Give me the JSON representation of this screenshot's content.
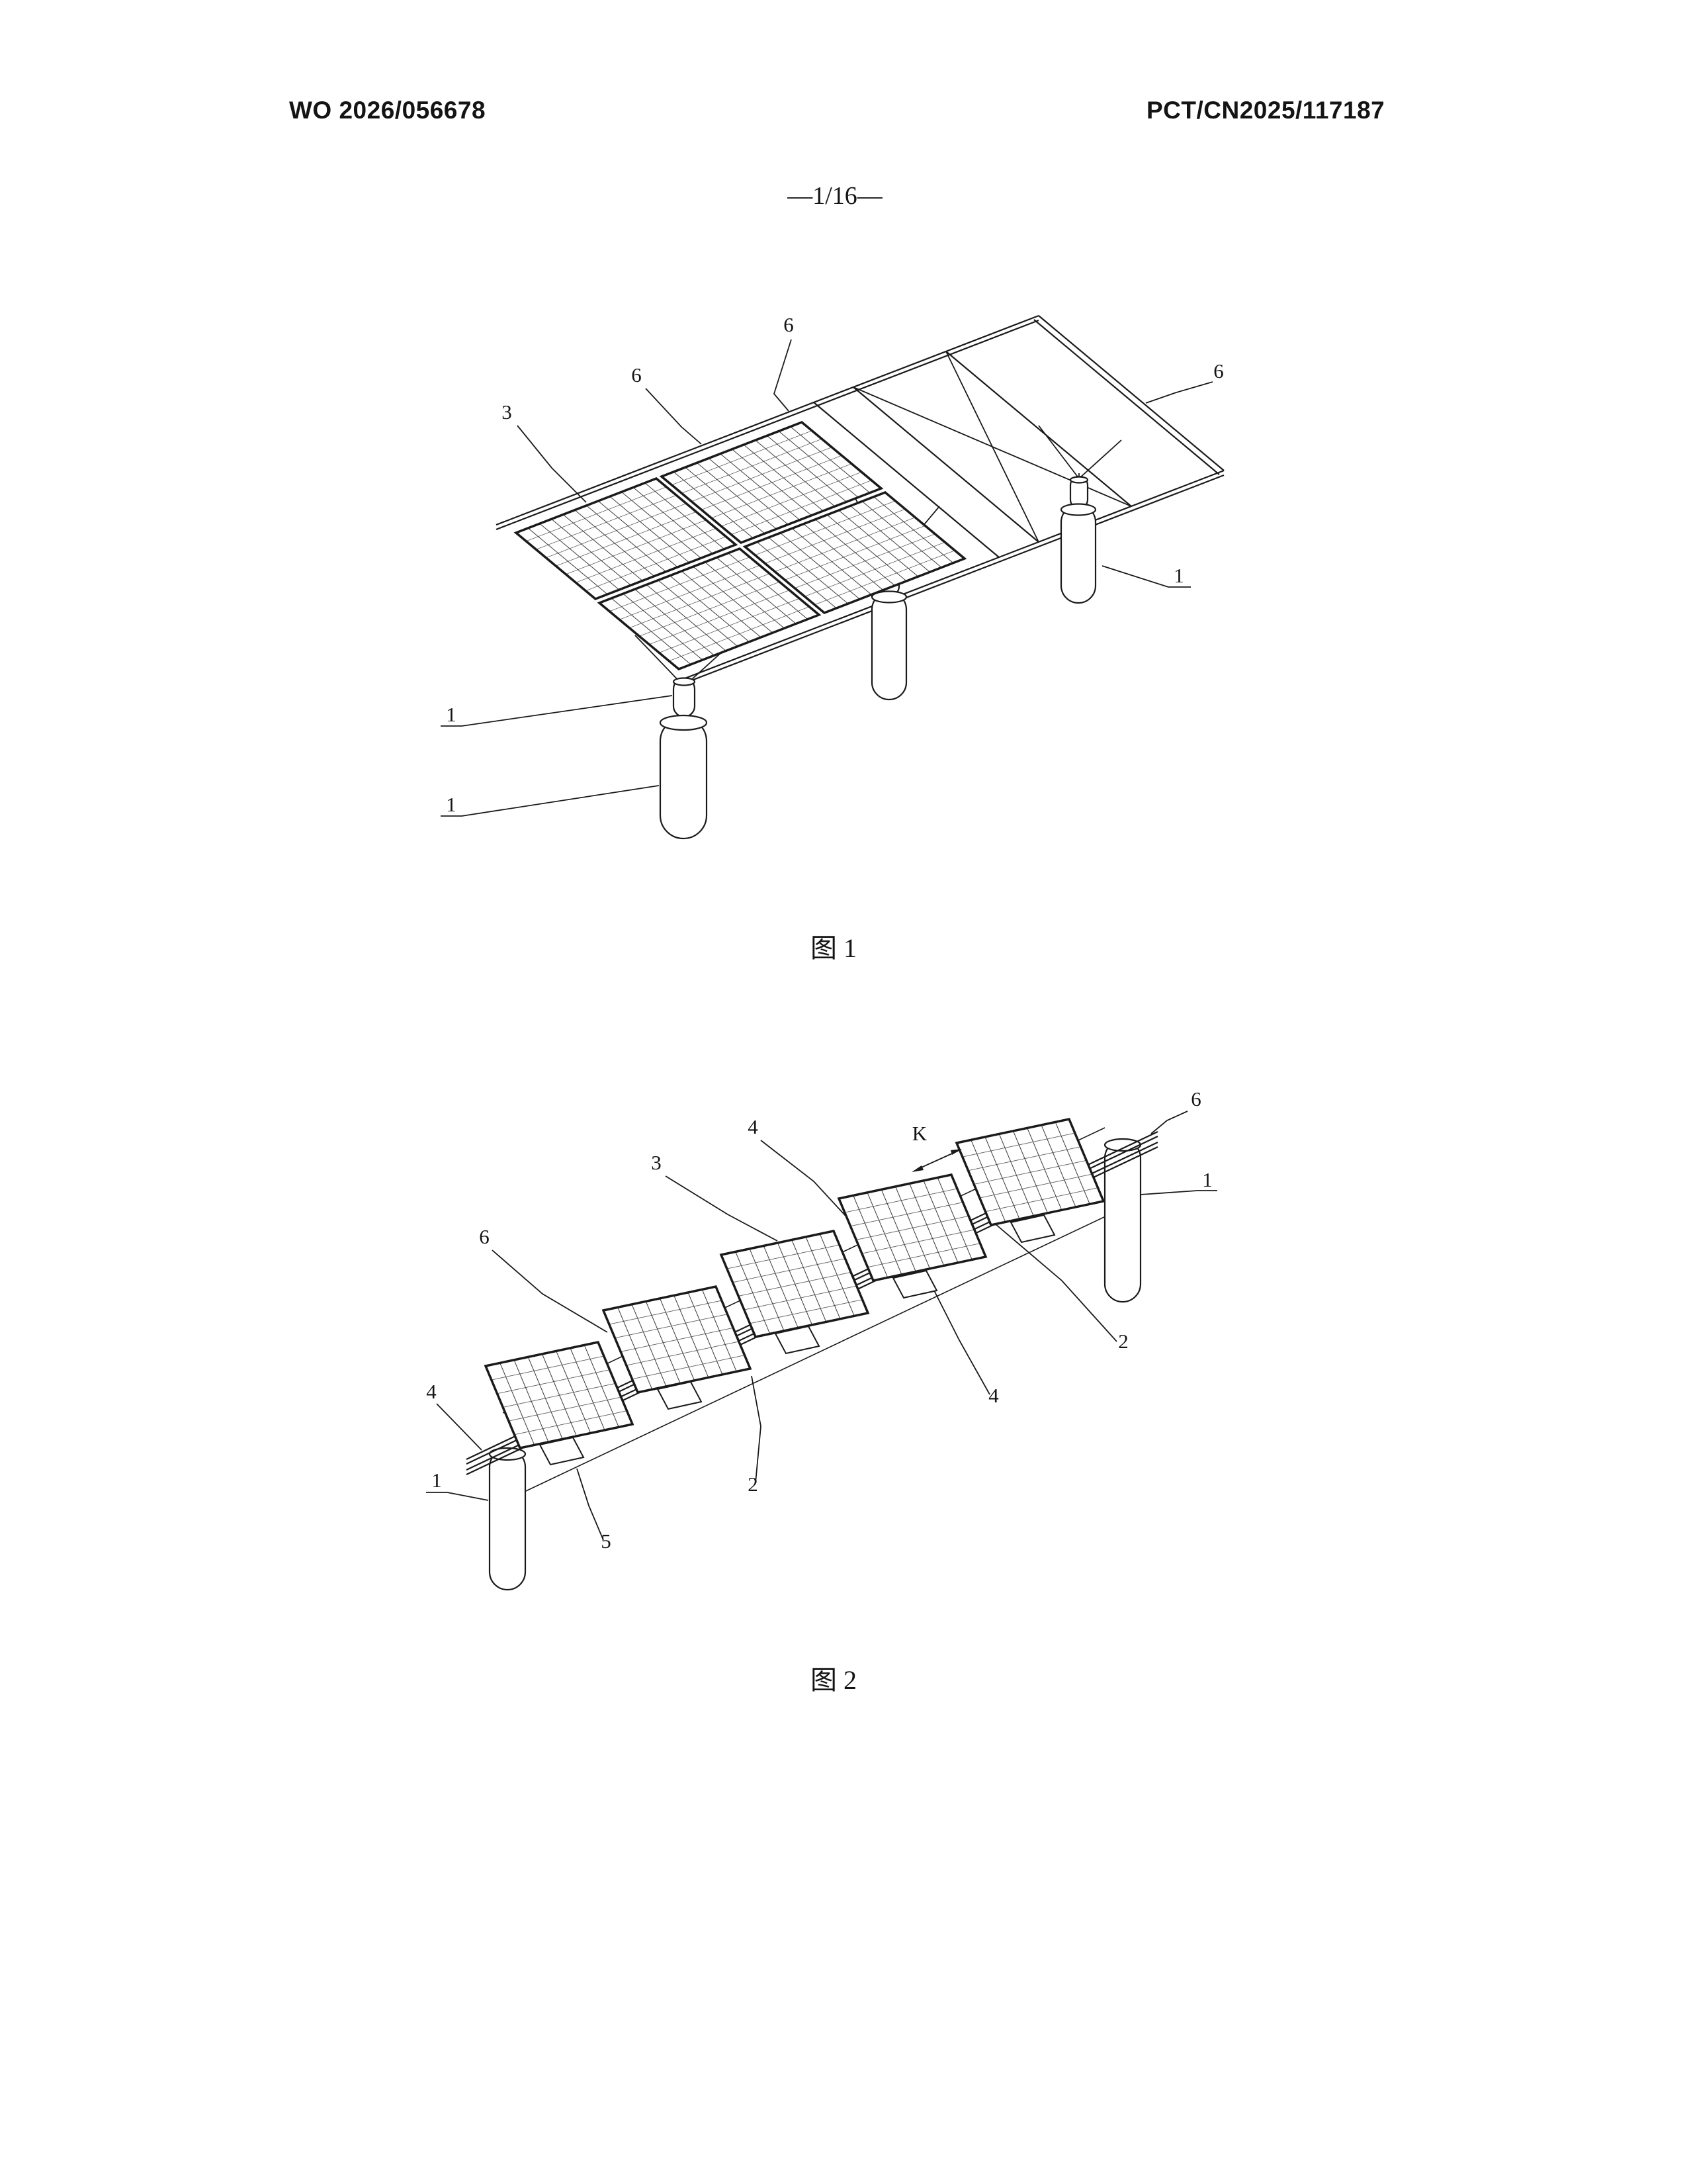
{
  "page": {
    "header_left": "WO 2026/056678",
    "header_right": "PCT/CN2025/117187",
    "page_number": "—1/16—"
  },
  "figure1": {
    "caption": "图 1",
    "labels": {
      "l6a": "6",
      "l6b": "6",
      "l6c": "6",
      "l3": "3",
      "l1a": "1",
      "l1b": "1",
      "l1c": "1"
    }
  },
  "figure2": {
    "caption": "图 2",
    "labels": {
      "l6a": "6",
      "l1a": "1",
      "lk": "K",
      "l4a": "4",
      "l3": "3",
      "l6b": "6",
      "l2a": "2",
      "l4b": "4",
      "l4c": "4",
      "l2b": "2",
      "l1b": "1",
      "l5": "5"
    }
  }
}
